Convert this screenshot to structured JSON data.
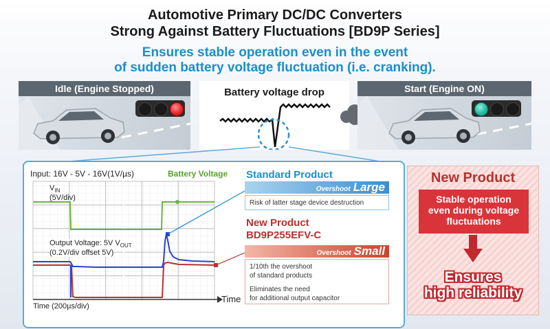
{
  "header": {
    "title_line1": "Automotive Primary DC/DC Converters",
    "title_line2": "Strong Against Battery Fluctuations [BD9P Series]",
    "subtitle_line1": "Ensures stable operation even in the event",
    "subtitle_line2": "of sudden battery voltage fluctuation (i.e. cranking)."
  },
  "panels": {
    "idle": {
      "label": "Idle (Engine Stopped)",
      "lights": [
        "dark",
        "dark",
        "red"
      ]
    },
    "drop": {
      "label": "Battery voltage drop"
    },
    "start": {
      "label": "Start (Engine ON)",
      "lights": [
        "green",
        "dark",
        "dark"
      ]
    }
  },
  "scope": {
    "input_label": "Input: 16V - 5V - 16V(1V/µs)",
    "battery_voltage_label": "Battery Voltage",
    "vin_label_main": "V",
    "vin_label_sub": "IN",
    "vin_scale": "(5V/div)",
    "output_label_main": "Output Voltage: 5V V",
    "output_label_sub": "OUT",
    "output_scale": "(0.2V/div offset 5V)",
    "time_axis_label": "Time (200µs/div)",
    "time_arrow_label": "Time"
  },
  "standard_product": {
    "title": "Standard Product",
    "overshoot_word": "Overshoot",
    "overshoot_value": "Large",
    "note": "Risk of latter stage device destruction"
  },
  "new_product_detail": {
    "title_line1": "New Product",
    "title_line2": "BD9P255EFV-C",
    "overshoot_word": "Overshoot",
    "overshoot_value": "Small",
    "note1_line1": "1/10th the overshoot",
    "note1_line2": "of standard products",
    "note2_line1": "Eliminates the need",
    "note2_line2": "for additional output capacitor"
  },
  "new_product_panel": {
    "title": "New Product",
    "box_line1": "Stable operation",
    "box_line2": "even during voltage",
    "box_line3": "fluctuations",
    "result_line1": "Ensures",
    "result_line2": "high reliability"
  },
  "colors": {
    "accent_blue": "#1a8fcc",
    "accent_red": "#b8312f",
    "battery_trace": "#6db33f",
    "standard_trace": "#2a3fd0",
    "new_trace": "#b8312f"
  }
}
